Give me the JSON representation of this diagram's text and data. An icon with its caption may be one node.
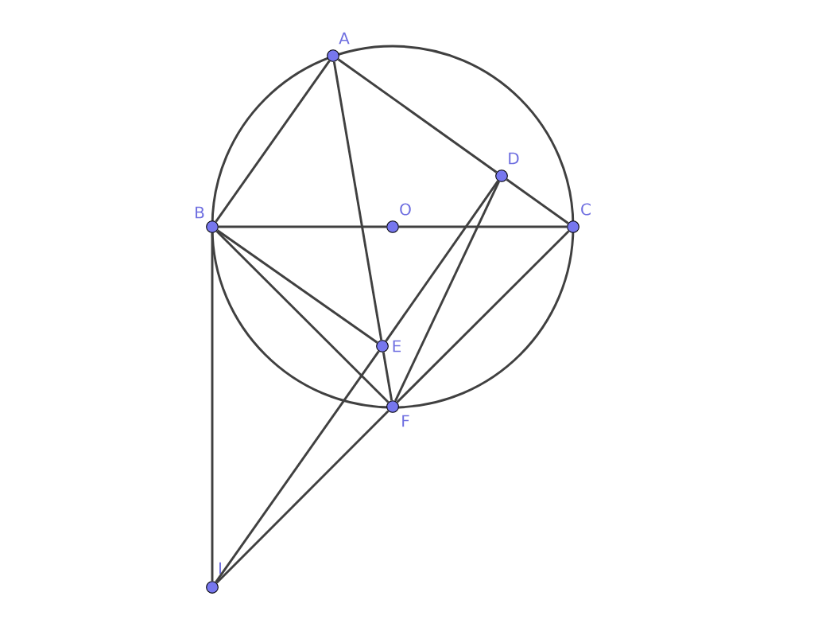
{
  "diagram": {
    "nodes": [
      {
        "text": [
          "A"
        ]
      },
      {
        "text": [
          "B"
        ]
      },
      {
        "text": [
          "C"
        ]
      },
      {
        "text": [
          "D"
        ]
      },
      {
        "text": [
          "E"
        ]
      },
      {
        "text": [
          "F"
        ]
      },
      {
        "text": [
          "O"
        ]
      },
      {
        "text": [
          "I"
        ]
      }
    ],
    "edges": [
      {
        "from": 0,
        "to": 1,
        "arrow": "none"
      },
      {
        "from": 0,
        "to": 3,
        "arrow": "none"
      },
      {
        "from": 3,
        "to": 2,
        "arrow": "none"
      },
      {
        "from": 0,
        "to": 4,
        "arrow": "none"
      },
      {
        "from": 4,
        "to": 5,
        "arrow": "none"
      },
      {
        "from": 1,
        "to": 6,
        "arrow": "none"
      },
      {
        "from": 6,
        "to": 2,
        "arrow": "none"
      },
      {
        "from": 1,
        "to": 4,
        "arrow": "none"
      },
      {
        "from": 1,
        "to": 5,
        "arrow": "none"
      },
      {
        "from": 1,
        "to": 7,
        "arrow": "none"
      },
      {
        "from": 3,
        "to": 4,
        "arrow": "none"
      },
      {
        "from": 4,
        "to": 7,
        "arrow": "none"
      },
      {
        "from": 3,
        "to": 5,
        "arrow": "none"
      },
      {
        "from": 2,
        "to": 5,
        "arrow": "none"
      },
      {
        "from": 5,
        "to": 7,
        "arrow": "none"
      }
    ]
  }
}
